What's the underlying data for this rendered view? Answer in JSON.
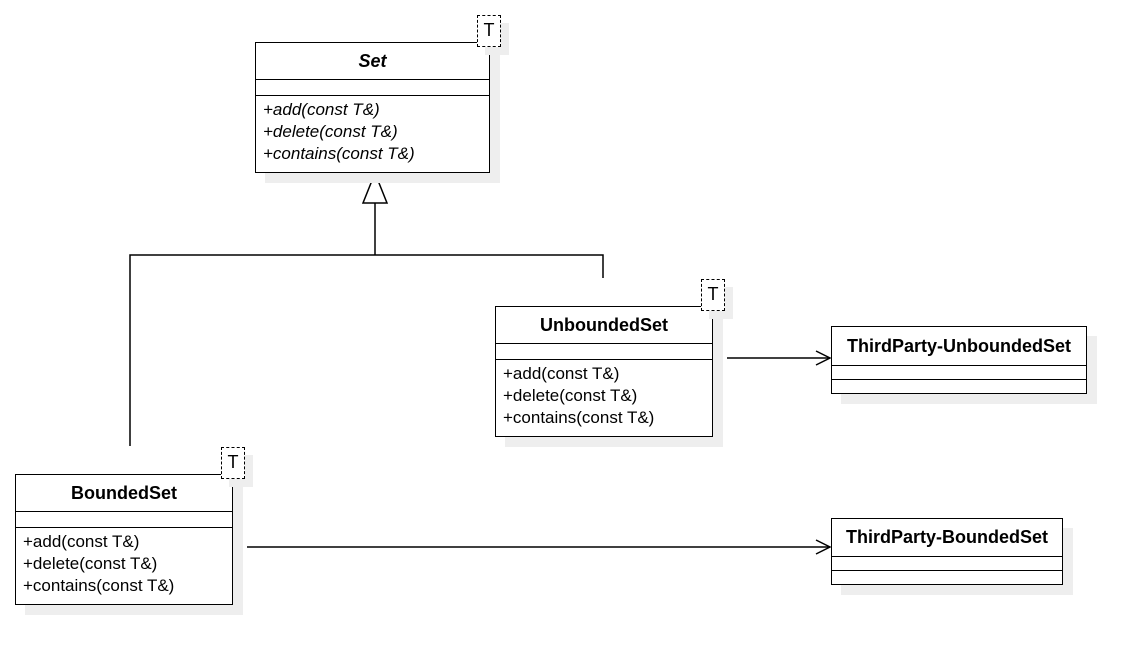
{
  "diagram": {
    "classes": {
      "set": {
        "name": "Set",
        "template_param": "T",
        "operations": [
          "+add(const T&)",
          "+delete(const T&)",
          "+contains(const T&)"
        ]
      },
      "unbounded": {
        "name": "UnboundedSet",
        "template_param": "T",
        "operations": [
          "+add(const T&)",
          "+delete(const T&)",
          "+contains(const T&)"
        ]
      },
      "bounded": {
        "name": "BoundedSet",
        "template_param": "T",
        "operations": [
          "+add(const T&)",
          "+delete(const T&)",
          "+contains(const T&)"
        ]
      },
      "thirdparty_unbounded": {
        "name": "ThirdParty-UnboundedSet"
      },
      "thirdparty_bounded": {
        "name": "ThirdParty-BoundedSet"
      }
    }
  }
}
